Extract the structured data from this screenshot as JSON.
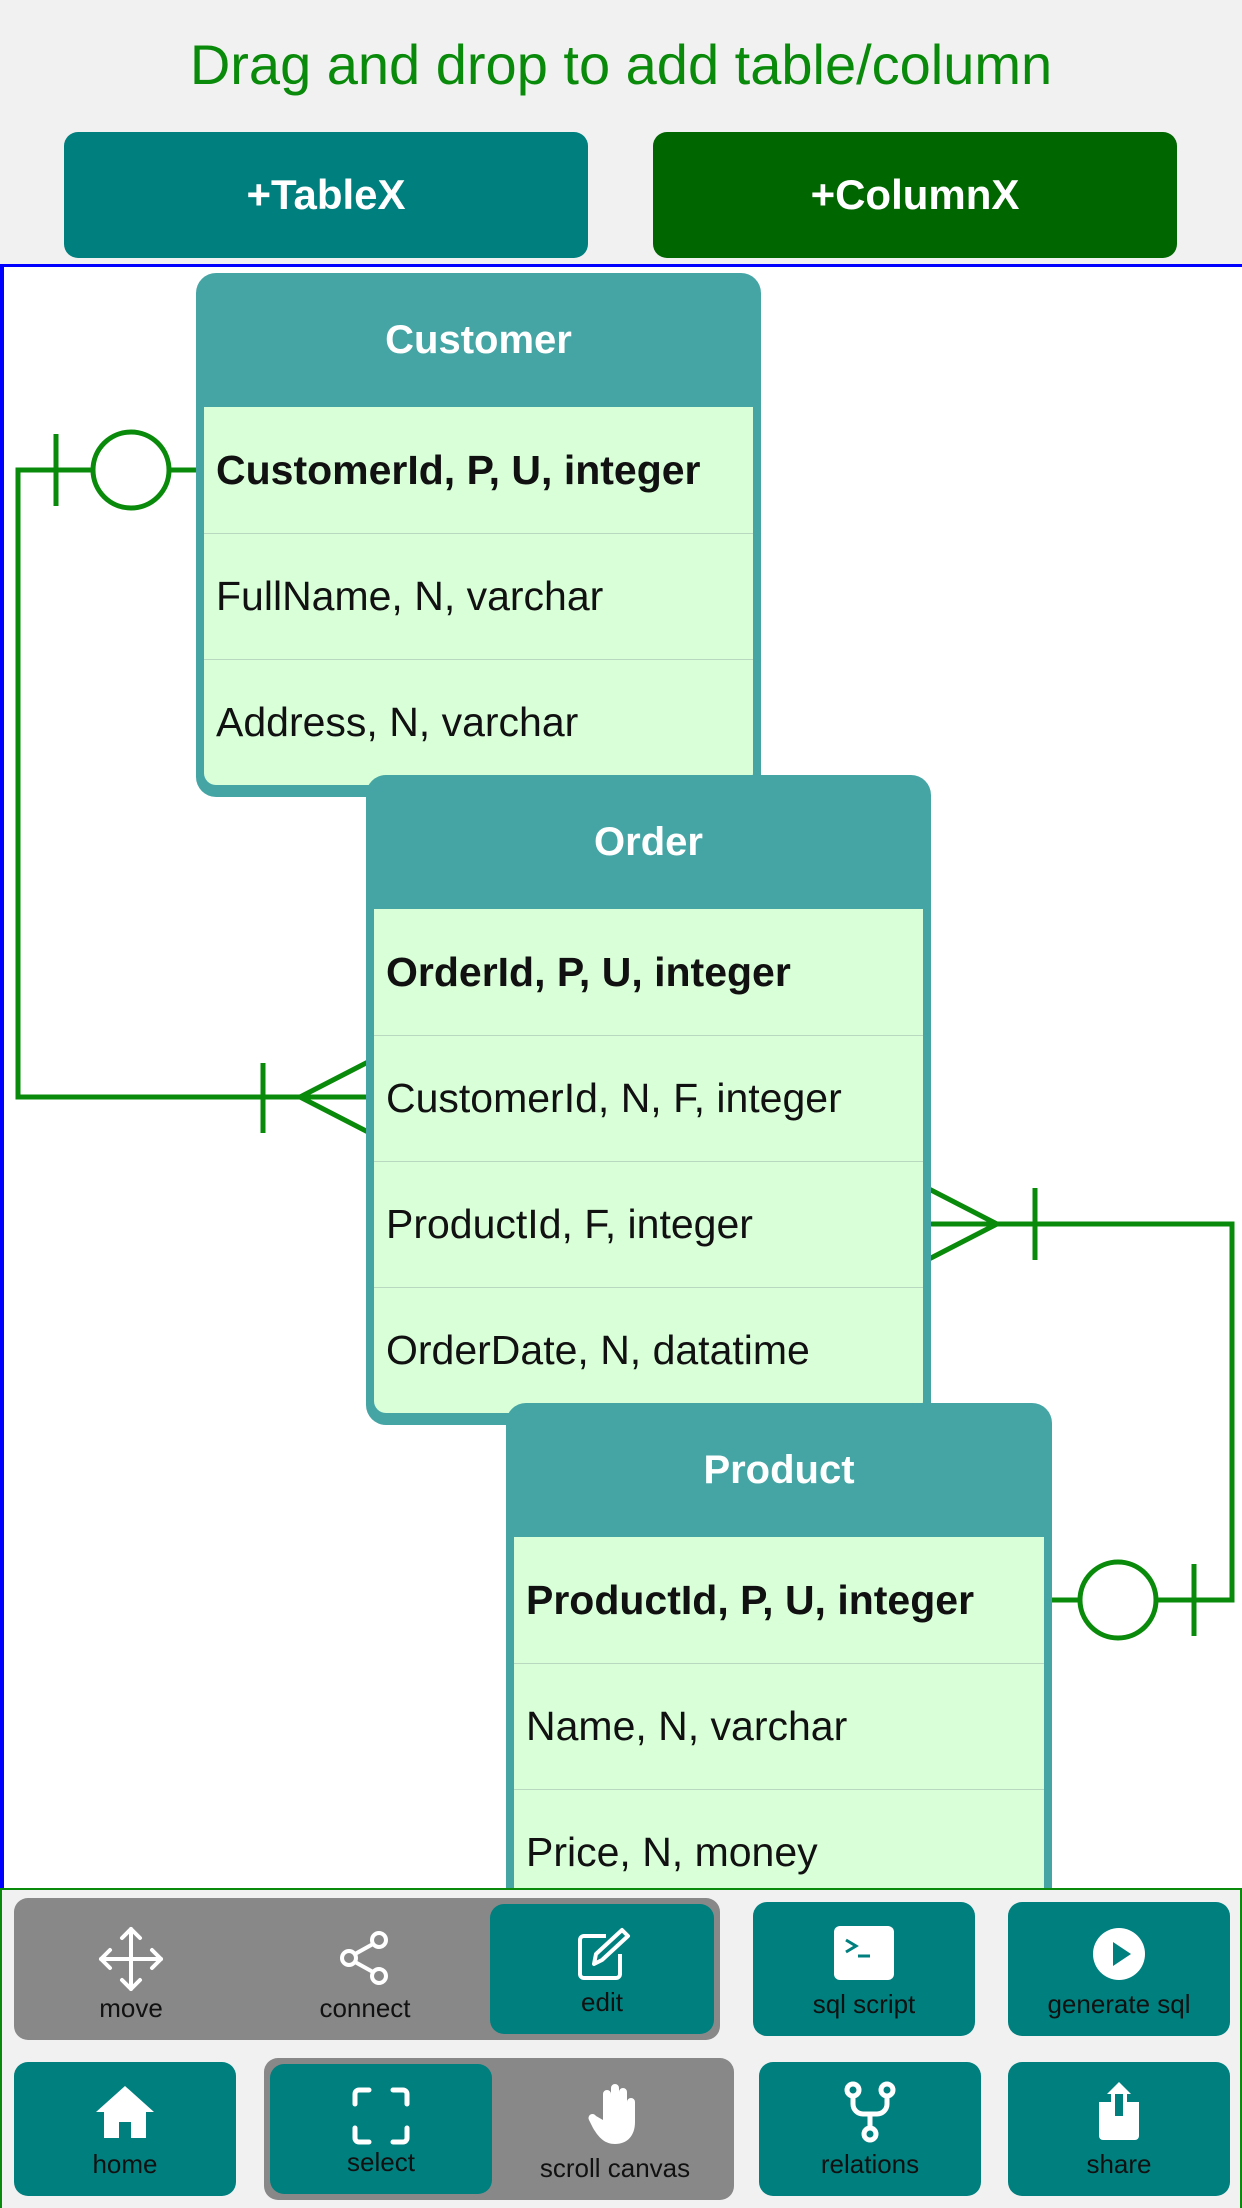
{
  "header": {
    "title": "Drag and drop to add table/column"
  },
  "buttons": {
    "add_table": "+TableX",
    "add_column": "+ColumnX"
  },
  "tables": [
    {
      "name": "Customer",
      "columns": [
        "CustomerId, P, U, integer",
        "FullName, N, varchar",
        "Address, N, varchar"
      ]
    },
    {
      "name": "Order",
      "columns": [
        "OrderId, P, U, integer",
        "CustomerId, N, F, integer",
        "ProductId, F, integer",
        "OrderDate, N, datatime"
      ]
    },
    {
      "name": "Product",
      "columns": [
        "ProductId, P, U, integer",
        "Name, N, varchar",
        "Price, N, money"
      ]
    }
  ],
  "toolbar": {
    "move": "move",
    "connect": "connect",
    "edit": "edit",
    "sql_script": "sql script",
    "generate_sql": "generate sql",
    "home": "home",
    "select": "select",
    "scroll_canvas": "scroll canvas",
    "relations": "relations",
    "share": "share"
  },
  "colors": {
    "teal": "#007f7f",
    "green": "#006600",
    "table_header": "#45a5a5",
    "row_bg": "#d9ffd9",
    "line": "#0a8a0a",
    "canvas_border": "#0000ff"
  }
}
